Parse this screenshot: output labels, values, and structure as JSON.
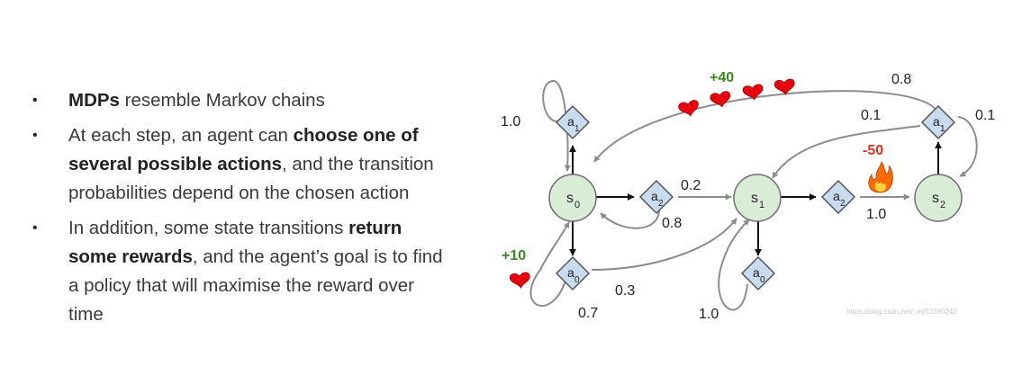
{
  "bullets": [
    {
      "parts": [
        {
          "text": "MDPs",
          "bold": true
        },
        {
          "text": " resemble Markov chains",
          "bold": false
        }
      ]
    },
    {
      "parts": [
        {
          "text": "At each step, an agent can ",
          "bold": false
        },
        {
          "text": "choose one of several possible actions",
          "bold": true
        },
        {
          "text": ", and the transition probabilities depend on the chosen action",
          "bold": false
        }
      ]
    },
    {
      "parts": [
        {
          "text": "In addition, some state transitions ",
          "bold": false
        },
        {
          "text": "return some rewards",
          "bold": true
        },
        {
          "text": ", and the agent’s goal is to find a policy that will maximise the reward over time",
          "bold": false
        }
      ]
    }
  ],
  "bullet_marker": "•",
  "diagram": {
    "states": [
      {
        "id": "s0",
        "label": "s",
        "sub": "0"
      },
      {
        "id": "s1",
        "label": "s",
        "sub": "1"
      },
      {
        "id": "s2",
        "label": "s",
        "sub": "2"
      }
    ],
    "actions": [
      {
        "id": "s0-a1",
        "label": "a",
        "sub": "1"
      },
      {
        "id": "s0-a2",
        "label": "a",
        "sub": "2"
      },
      {
        "id": "s0-a0",
        "label": "a",
        "sub": "0"
      },
      {
        "id": "s1-a2",
        "label": "a",
        "sub": "2"
      },
      {
        "id": "s1-a0",
        "label": "a",
        "sub": "0"
      },
      {
        "id": "s2-a1",
        "label": "a",
        "sub": "1"
      }
    ],
    "probabilities": {
      "s0_a1_to_s0": "1.0",
      "s0_a2_to_s1": "0.2",
      "s0_a2_to_s0": "0.8",
      "s0_a0_to_s1": "0.3",
      "s0_a0_to_s0": "0.7",
      "s1_a2_to_s2": "1.0",
      "s1_a0_to_s1": "1.0",
      "s2_a1_to_s0": "0.8",
      "s2_a1_to_s1": "0.1",
      "s2_a1_to_s2": "0.1"
    },
    "rewards": {
      "s2_to_s0": "+40",
      "s0_self": "+10",
      "s1_to_s2": "-50"
    },
    "colors": {
      "state_fill": "#d8ecd6",
      "state_stroke": "#6d6d6d",
      "action_fill": "#c9dcef",
      "action_stroke": "#555555",
      "edge": "#8c8c8c",
      "heart": "#e8000c",
      "positive_reward": "#3a8a1e",
      "negative_reward": "#e0301e"
    }
  },
  "watermark": "https://blog.csdn.net/..m/02390242"
}
